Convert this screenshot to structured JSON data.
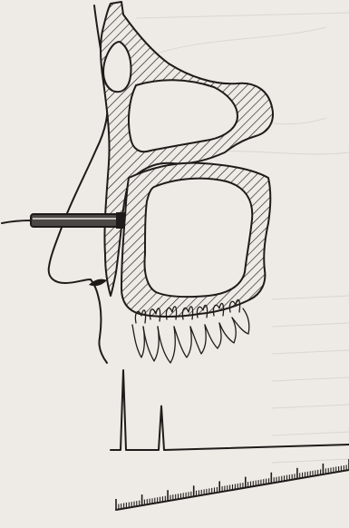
{
  "figure": {
    "subject": "sagittal-skull-maxillary-sinus",
    "echo_trace": {
      "peaks": [
        {
          "height": 1.0
        },
        {
          "height": 0.55
        }
      ]
    },
    "time_scale": {
      "ticks": 90,
      "major_every": 10
    }
  },
  "colors": {
    "paper": "#eeebe6",
    "ink": "#1e1c1a",
    "probe_body": "#4a4744"
  },
  "icons": {
    "probe": "ultrasound-probe-icon"
  }
}
